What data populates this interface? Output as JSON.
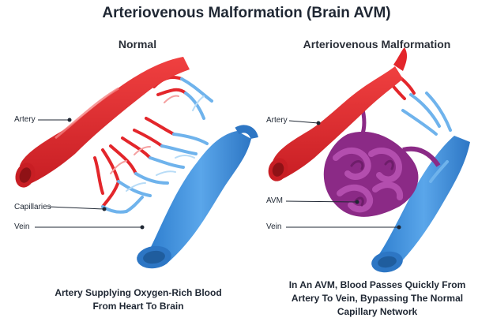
{
  "title": "Arteriovenous Malformation (Brain AVM)",
  "panels": {
    "normal": {
      "heading": "Normal",
      "labels": {
        "artery": "Artery",
        "capillaries": "Capillaries",
        "vein": "Vein"
      },
      "caption": [
        "Artery Supplying Oxygen-Rich Blood",
        "From Heart To Brain"
      ]
    },
    "avm": {
      "heading": "Arteriovenous Malformation",
      "labels": {
        "artery": "Artery",
        "avm": "AVM",
        "vein": "Vein"
      },
      "caption": [
        "In An AVM, Blood Passes Quickly From",
        "Artery To Vein, Bypassing The Normal",
        "Capillary Network"
      ]
    }
  },
  "colors": {
    "artery": "#e3262b",
    "artery_light": "#f25a5a",
    "vein": "#3d8fd8",
    "vein_light": "#6fb3ec",
    "avm": "#8b2a86",
    "avm_light": "#b34eae"
  }
}
